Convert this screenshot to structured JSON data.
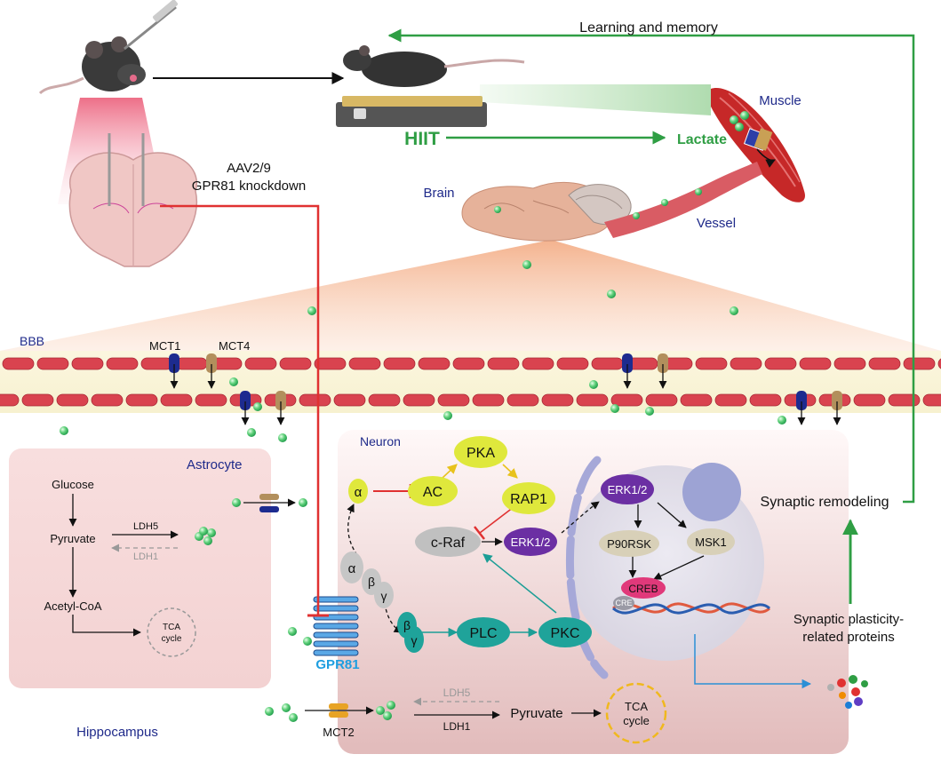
{
  "top": {
    "learning_label": "Learning and memory",
    "hiit_label": "HIIT",
    "lactate_label": "Lactate",
    "muscle_label": "Muscle",
    "brain_label": "Brain",
    "vessel_label": "Vessel",
    "aav_line1": "AAV2/9",
    "aav_line2": "GPR81 knockdown"
  },
  "bbb": {
    "label": "BBB",
    "mct1_label": "MCT1",
    "mct4_label": "MCT4"
  },
  "astrocyte": {
    "title": "Astrocyte",
    "glucose": "Glucose",
    "pyruvate": "Pyruvate",
    "ldh5": "LDH5",
    "ldh1": "LDH1",
    "acetyl_coa": "Acetyl-CoA",
    "tca_line1": "TCA",
    "tca_line2": "cycle"
  },
  "hippocampus_label": "Hippocampus",
  "neuron": {
    "title": "Neuron",
    "alpha": "α",
    "beta": "β",
    "gamma": "γ",
    "ac": "AC",
    "pka": "PKA",
    "rap1": "RAP1",
    "craf": "c-Raf",
    "erk_cyto": "ERK1/2",
    "erk_nuc": "ERK1/2",
    "plc": "PLC",
    "pkc": "PKC",
    "p90rsk": "P90RSK",
    "msk1": "MSK1",
    "creb": "CREB",
    "cre": "CRE",
    "gpr81": "GPR81",
    "mct2": "MCT2",
    "ldh5": "LDH5",
    "ldh1": "LDH1",
    "pyruvate": "Pyruvate",
    "tca_line1": "TCA",
    "tca_line2": "cycle"
  },
  "right": {
    "synaptic_remodeling": "Synaptic remodeling",
    "plasticity_line1": "Synaptic plasticity-",
    "plasticity_line2": "related proteins"
  },
  "colors": {
    "green_arrow": "#2f9e44",
    "red_inhibit": "#e03131",
    "teal_arrow": "#1c9e96",
    "blue_label": "#1f2a8a",
    "gpr81_blue": "#1e9ee0",
    "pka_yellow": "#dfe83c",
    "erk_purple": "#6b2fa3",
    "plc_teal": "#1fa39a",
    "creb_pink": "#e0397a"
  }
}
